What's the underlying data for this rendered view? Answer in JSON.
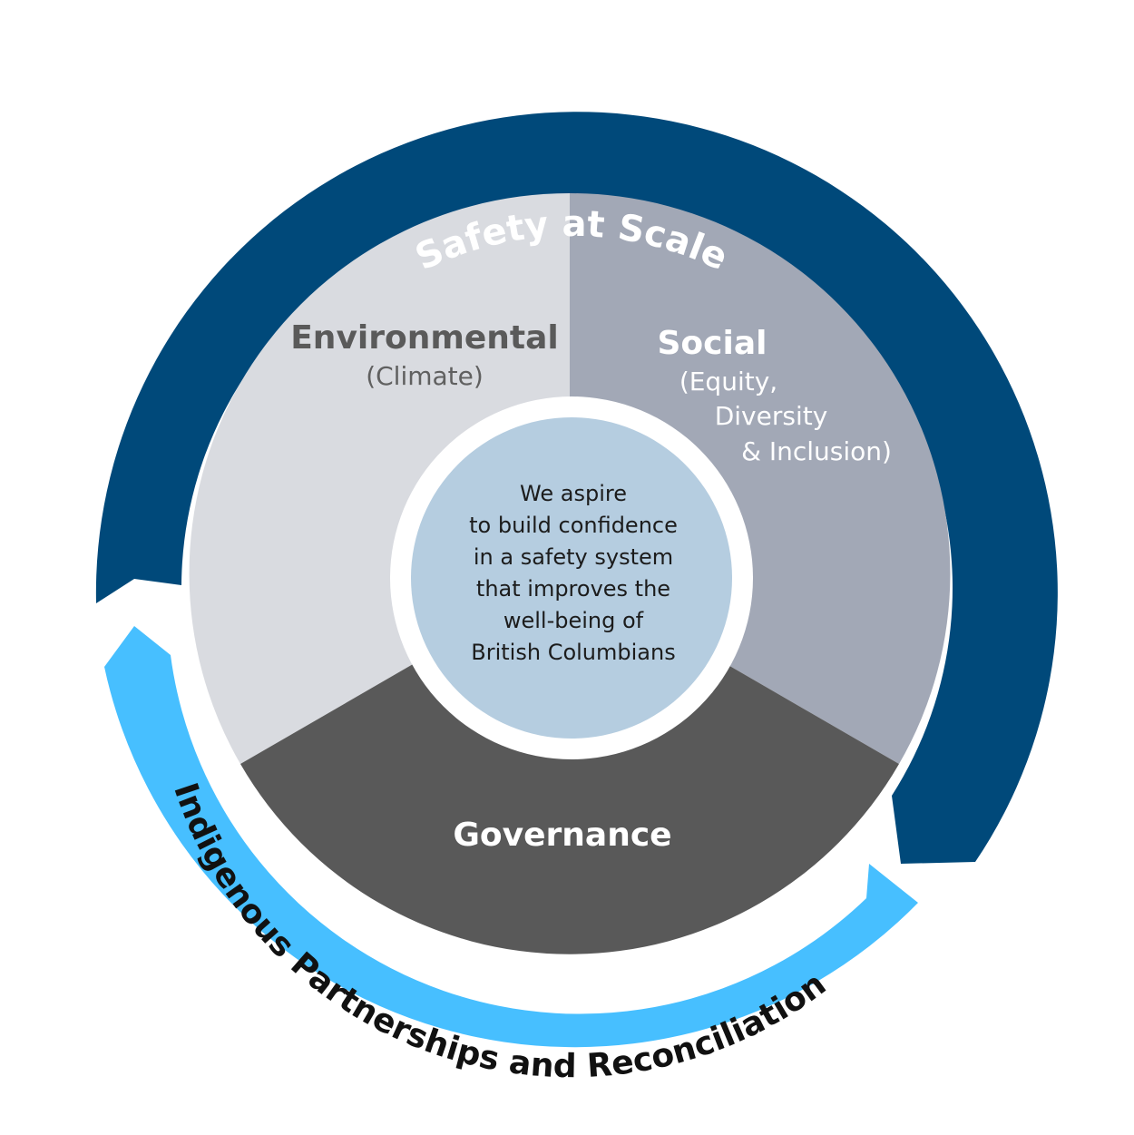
{
  "outer_arcs": {
    "top_label": "Safety at Scale",
    "bottom_label": "Indigenous Partnerships and Reconciliation"
  },
  "segments": {
    "environmental": {
      "title": "Environmental",
      "subtitle": "(Climate)"
    },
    "social": {
      "title": "Social",
      "subtitle_lines": [
        "(Equity,",
        "Diversity",
        "& Inclusion)"
      ]
    },
    "governance": {
      "title": "Governance"
    }
  },
  "center": {
    "lines": [
      "We aspire",
      "to build confidence",
      "in a safety system",
      "that improves the",
      "well-being of",
      "British Columbians"
    ]
  },
  "colors": {
    "dark_blue_arc": "#00497a",
    "light_blue_arc": "#47bfff",
    "environmental_fill": "#d9dbe0",
    "social_fill": "#a2a8b6",
    "governance_fill": "#595959",
    "center_fill": "#b5cde0",
    "environmental_text": "#5a5a5a",
    "sub_text": "#606060"
  }
}
